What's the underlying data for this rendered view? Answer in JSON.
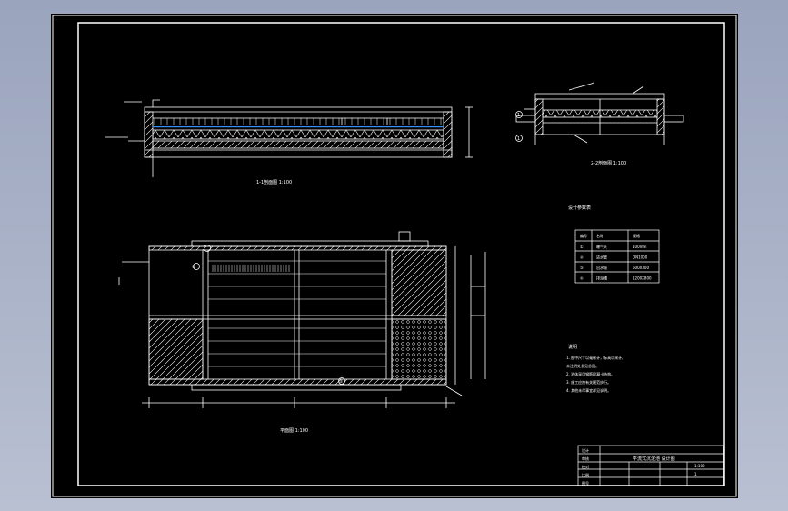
{
  "window": {
    "background": "#9aa4bd",
    "canvas_color": "#000000",
    "line_color": "#ffffff",
    "accent_line_color": "#3a8cff"
  },
  "sections": {
    "section_1_caption": "1-1剖面图 1:100",
    "section_2_caption": "2-2剖面图 1:100",
    "plan_caption": "平面图 1:100",
    "section_marks": [
      "1",
      "1",
      "2",
      "2"
    ],
    "plan_callouts": [
      "①",
      "②",
      "③",
      "④"
    ]
  },
  "legend": {
    "title": "设计参数表",
    "headers": [
      "编号",
      "名称",
      "规格"
    ],
    "rows": [
      {
        "no": "①",
        "name": "曝气头",
        "spec": "100mm"
      },
      {
        "no": "②",
        "name": "进水管",
        "spec": "DN1000"
      },
      {
        "no": "③",
        "name": "出水堰",
        "spec": "600X300"
      },
      {
        "no": "④",
        "name": "排泥槽",
        "spec": "1200X800"
      }
    ]
  },
  "notes": {
    "title": "说明",
    "lines": [
      "1. 图中尺寸以毫米计，标高以米计。",
      "   未注明处参见总图。",
      "2. 池体采用钢筋混凝土结构。",
      "3. 施工应按有关规范执行。",
      "4. 其他未尽事宜详见说明。"
    ]
  },
  "title_block": {
    "drawing_name": "平流式沉淀池 设计图",
    "scale": "1:100",
    "sheet_no": "1",
    "row_labels": [
      "设计",
      "审核",
      "校对",
      "比例",
      "图号"
    ]
  }
}
